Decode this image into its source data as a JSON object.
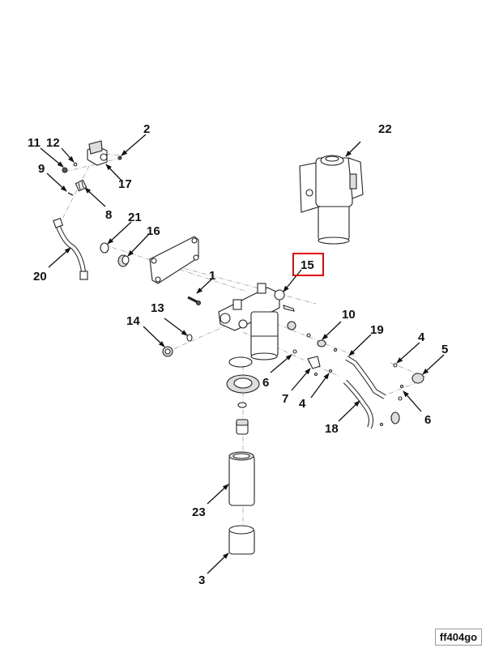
{
  "figure_id": "ff404go",
  "highlighted_callout": "15",
  "highlight_color": "#e00000",
  "callouts": {
    "c1": "1",
    "c2": "2",
    "c3": "3",
    "c4a": "4",
    "c4b": "4",
    "c5": "5",
    "c6a": "6",
    "c6b": "6",
    "c7": "7",
    "c8": "8",
    "c9": "9",
    "c10": "10",
    "c11": "11",
    "c12": "12",
    "c13": "13",
    "c14": "14",
    "c15": "15",
    "c16": "16",
    "c17": "17",
    "c18": "18",
    "c19": "19",
    "c20": "20",
    "c21": "21",
    "c22": "22",
    "c23": "23"
  }
}
